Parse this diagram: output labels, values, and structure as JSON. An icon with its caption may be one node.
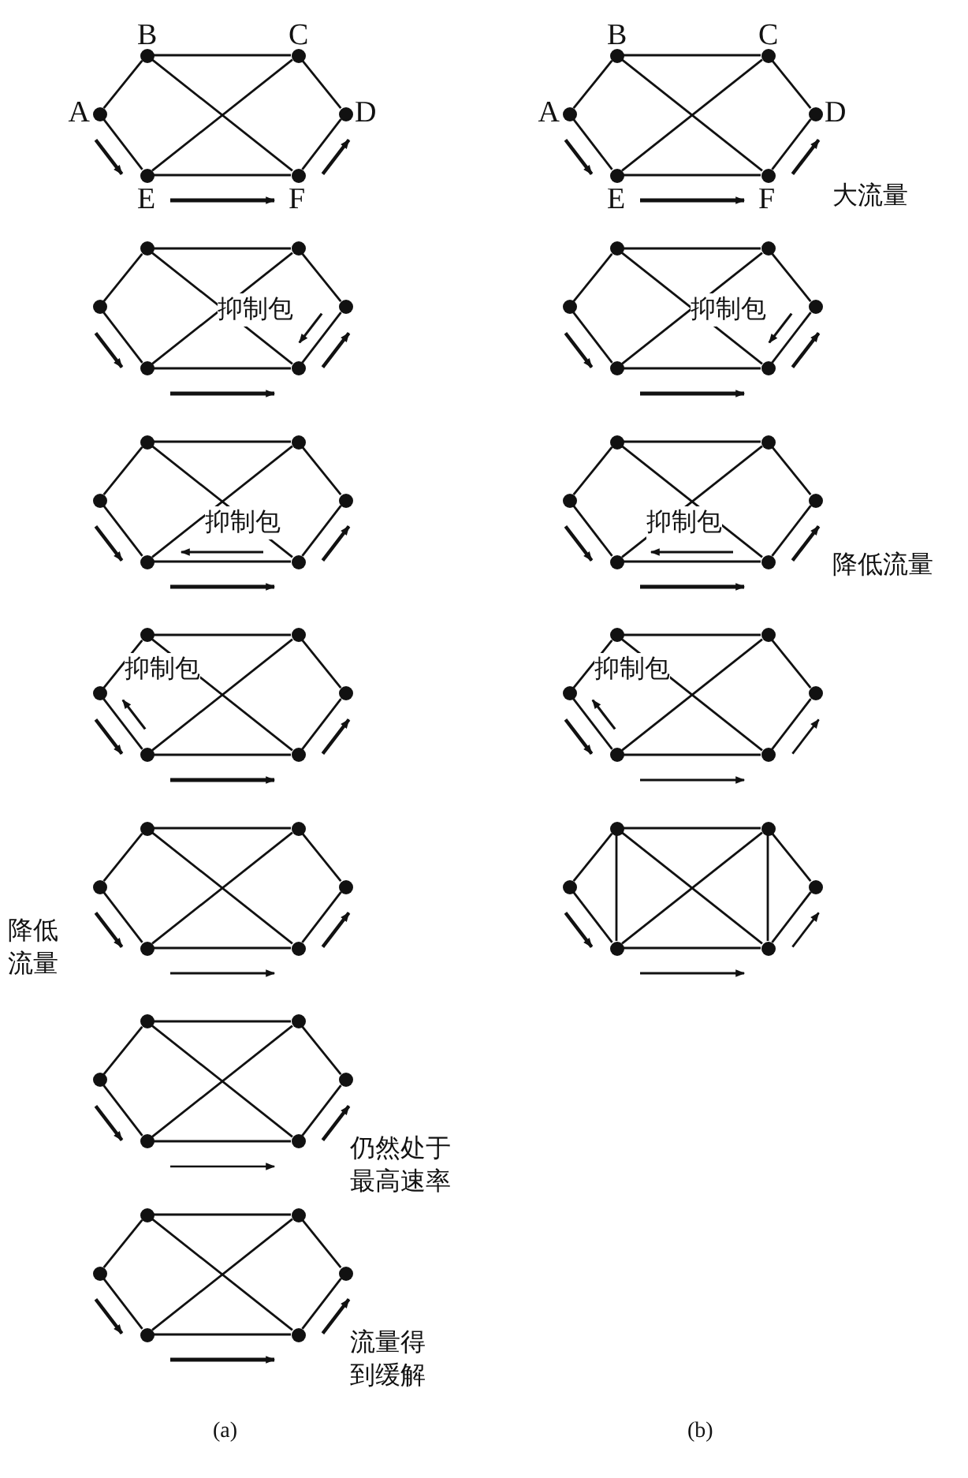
{
  "diagram": {
    "nodes": [
      {
        "text": [
          "A"
        ]
      },
      {
        "text": [
          "B"
        ]
      },
      {
        "text": [
          "C"
        ]
      },
      {
        "text": [
          "D"
        ]
      },
      {
        "text": [
          "E"
        ]
      },
      {
        "text": [
          "F"
        ]
      },
      {
        "text": [],
        "shape": "circle"
      },
      {
        "text": [],
        "shape": "circle"
      },
      {
        "text": [],
        "shape": "circle"
      },
      {
        "text": [],
        "shape": "circle"
      },
      {
        "text": [],
        "shape": "circle"
      },
      {
        "text": [],
        "shape": "circle"
      },
      {
        "text": [],
        "shape": "circle"
      },
      {
        "text": [],
        "shape": "circle"
      },
      {
        "text": [],
        "shape": "circle"
      },
      {
        "text": [],
        "shape": "circle"
      },
      {
        "text": [],
        "shape": "circle"
      },
      {
        "text": [],
        "shape": "circle"
      },
      {
        "text": [],
        "shape": "circle"
      },
      {
        "text": [],
        "shape": "circle"
      },
      {
        "text": [],
        "shape": "circle"
      },
      {
        "text": [],
        "shape": "circle"
      },
      {
        "text": [],
        "shape": "circle"
      },
      {
        "text": [],
        "shape": "circle"
      },
      {
        "text": [],
        "shape": "circle"
      },
      {
        "text": [],
        "shape": "circle"
      },
      {
        "text": [],
        "shape": "circle"
      },
      {
        "text": [],
        "shape": "circle"
      },
      {
        "text": [],
        "shape": "circle"
      },
      {
        "text": [],
        "shape": "circle"
      },
      {
        "text": [],
        "shape": "circle"
      },
      {
        "text": [],
        "shape": "circle"
      },
      {
        "text": [],
        "shape": "circle"
      },
      {
        "text": [],
        "shape": "circle"
      },
      {
        "text": [],
        "shape": "circle"
      },
      {
        "text": [],
        "shape": "circle"
      },
      {
        "text": [],
        "shape": "circle"
      },
      {
        "text": [],
        "shape": "circle"
      },
      {
        "text": [],
        "shape": "circle"
      },
      {
        "text": [],
        "shape": "circle"
      },
      {
        "text": [],
        "shape": "circle"
      },
      {
        "text": [],
        "shape": "circle"
      },
      {
        "text": [
          "A"
        ]
      },
      {
        "text": [
          "B"
        ]
      },
      {
        "text": [
          "C"
        ]
      },
      {
        "text": [
          "D"
        ]
      },
      {
        "text": [
          "E"
        ]
      },
      {
        "text": [
          "F"
        ]
      },
      {
        "text": [],
        "shape": "circle"
      },
      {
        "text": [],
        "shape": "circle"
      },
      {
        "text": [],
        "shape": "circle"
      },
      {
        "text": [],
        "shape": "circle"
      },
      {
        "text": [],
        "shape": "circle"
      },
      {
        "text": [],
        "shape": "circle"
      },
      {
        "text": [],
        "shape": "circle"
      },
      {
        "text": [],
        "shape": "circle"
      },
      {
        "text": [],
        "shape": "circle"
      },
      {
        "text": [],
        "shape": "circle"
      },
      {
        "text": [],
        "shape": "circle"
      },
      {
        "text": [],
        "shape": "circle"
      },
      {
        "text": [],
        "shape": "circle"
      },
      {
        "text": [],
        "shape": "circle"
      },
      {
        "text": [],
        "shape": "circle"
      },
      {
        "text": [],
        "shape": "circle"
      },
      {
        "text": [],
        "shape": "circle"
      },
      {
        "text": [],
        "shape": "circle"
      },
      {
        "text": [],
        "shape": "circle"
      },
      {
        "text": [],
        "shape": "circle"
      },
      {
        "text": [],
        "shape": "circle"
      },
      {
        "text": [],
        "shape": "circle"
      },
      {
        "text": [],
        "shape": "circle"
      },
      {
        "text": [],
        "shape": "circle"
      }
    ],
    "edges": [
      {
        "from": 0,
        "to": 1,
        "arrow": "none"
      },
      {
        "from": 0,
        "to": 4,
        "arrow": "none"
      },
      {
        "from": 1,
        "to": 2,
        "arrow": "none"
      },
      {
        "from": 1,
        "to": 5,
        "arrow": "none"
      },
      {
        "from": 2,
        "to": 4,
        "arrow": "none"
      },
      {
        "from": 2,
        "to": 3,
        "arrow": "none"
      },
      {
        "from": 3,
        "to": 5,
        "arrow": "none"
      },
      {
        "from": 4,
        "to": 5,
        "arrow": "none"
      },
      {
        "from": 6,
        "to": 7,
        "arrow": "none"
      },
      {
        "from": 6,
        "to": 10,
        "arrow": "none"
      },
      {
        "from": 7,
        "to": 8,
        "arrow": "none"
      },
      {
        "from": 7,
        "to": 11,
        "arrow": "none"
      },
      {
        "from": 8,
        "to": 10,
        "arrow": "none"
      },
      {
        "from": 8,
        "to": 9,
        "arrow": "none"
      },
      {
        "from": 9,
        "to": 11,
        "arrow": "none"
      },
      {
        "from": 10,
        "to": 11,
        "arrow": "none"
      },
      {
        "from": 12,
        "to": 13,
        "arrow": "none"
      },
      {
        "from": 12,
        "to": 16,
        "arrow": "none"
      },
      {
        "from": 13,
        "to": 14,
        "arrow": "none"
      },
      {
        "from": 13,
        "to": 17,
        "arrow": "none"
      },
      {
        "from": 14,
        "to": 16,
        "arrow": "none"
      },
      {
        "from": 14,
        "to": 15,
        "arrow": "none"
      },
      {
        "from": 15,
        "to": 17,
        "arrow": "none"
      },
      {
        "from": 16,
        "to": 17,
        "arrow": "none"
      },
      {
        "from": 18,
        "to": 19,
        "arrow": "none"
      },
      {
        "from": 18,
        "to": 22,
        "arrow": "none"
      },
      {
        "from": 19,
        "to": 20,
        "arrow": "none"
      },
      {
        "from": 19,
        "to": 23,
        "arrow": "none"
      },
      {
        "from": 20,
        "to": 22,
        "arrow": "none"
      },
      {
        "from": 20,
        "to": 21,
        "arrow": "none"
      },
      {
        "from": 21,
        "to": 23,
        "arrow": "none"
      },
      {
        "from": 22,
        "to": 23,
        "arrow": "none"
      },
      {
        "from": 24,
        "to": 25,
        "arrow": "none"
      },
      {
        "from": 24,
        "to": 28,
        "arrow": "none"
      },
      {
        "from": 25,
        "to": 26,
        "arrow": "none"
      },
      {
        "from": 25,
        "to": 29,
        "arrow": "none"
      },
      {
        "from": 26,
        "to": 28,
        "arrow": "none"
      },
      {
        "from": 26,
        "to": 27,
        "arrow": "none"
      },
      {
        "from": 27,
        "to": 29,
        "arrow": "none"
      },
      {
        "from": 28,
        "to": 29,
        "arrow": "none"
      },
      {
        "from": 30,
        "to": 31,
        "arrow": "none"
      },
      {
        "from": 30,
        "to": 34,
        "arrow": "none"
      },
      {
        "from": 31,
        "to": 32,
        "arrow": "none"
      },
      {
        "from": 31,
        "to": 35,
        "arrow": "none"
      },
      {
        "from": 32,
        "to": 34,
        "arrow": "none"
      },
      {
        "from": 32,
        "to": 33,
        "arrow": "none"
      },
      {
        "from": 33,
        "to": 35,
        "arrow": "none"
      },
      {
        "from": 34,
        "to": 35,
        "arrow": "none"
      },
      {
        "from": 36,
        "to": 37,
        "arrow": "none"
      },
      {
        "from": 36,
        "to": 40,
        "arrow": "none"
      },
      {
        "from": 37,
        "to": 38,
        "arrow": "none"
      },
      {
        "from": 37,
        "to": 41,
        "arrow": "none"
      },
      {
        "from": 38,
        "to": 40,
        "arrow": "none"
      },
      {
        "from": 38,
        "to": 39,
        "arrow": "none"
      },
      {
        "from": 39,
        "to": 41,
        "arrow": "none"
      },
      {
        "from": 40,
        "to": 41,
        "arrow": "none"
      },
      {
        "from": 42,
        "to": 43,
        "arrow": "none"
      },
      {
        "from": 42,
        "to": 46,
        "arrow": "none"
      },
      {
        "from": 43,
        "to": 44,
        "arrow": "none"
      },
      {
        "from": 43,
        "to": 47,
        "arrow": "none"
      },
      {
        "from": 44,
        "to": 46,
        "arrow": "none"
      },
      {
        "from": 44,
        "to": 45,
        "arrow": "none"
      },
      {
        "from": 45,
        "to": 47,
        "arrow": "none"
      },
      {
        "from": 46,
        "to": 47,
        "arrow": "none"
      },
      {
        "from": 48,
        "to": 49,
        "arrow": "none"
      },
      {
        "from": 48,
        "to": 52,
        "arrow": "none"
      },
      {
        "from": 49,
        "to": 50,
        "arrow": "none"
      },
      {
        "from": 49,
        "to": 53,
        "arrow": "none"
      },
      {
        "from": 50,
        "to": 52,
        "arrow": "none"
      },
      {
        "from": 50,
        "to": 51,
        "arrow": "none"
      },
      {
        "from": 51,
        "to": 53,
        "arrow": "none"
      },
      {
        "from": 52,
        "to": 53,
        "arrow": "none"
      },
      {
        "from": 54,
        "to": 55,
        "arrow": "none"
      },
      {
        "from": 54,
        "to": 58,
        "arrow": "none"
      },
      {
        "from": 55,
        "to": 56,
        "arrow": "none"
      },
      {
        "from": 55,
        "to": 59,
        "arrow": "none"
      },
      {
        "from": 56,
        "to": 58,
        "arrow": "none"
      },
      {
        "from": 56,
        "to": 57,
        "arrow": "none"
      },
      {
        "from": 57,
        "to": 59,
        "arrow": "none"
      },
      {
        "from": 58,
        "to": 59,
        "arrow": "none"
      },
      {
        "from": 60,
        "to": 61,
        "arrow": "none"
      },
      {
        "from": 60,
        "to": 64,
        "arrow": "none"
      },
      {
        "from": 61,
        "to": 62,
        "arrow": "none"
      },
      {
        "from": 61,
        "to": 65,
        "arrow": "none"
      },
      {
        "from": 62,
        "to": 64,
        "arrow": "none"
      },
      {
        "from": 62,
        "to": 63,
        "arrow": "none"
      },
      {
        "from": 63,
        "to": 65,
        "arrow": "none"
      },
      {
        "from": 64,
        "to": 65,
        "arrow": "none"
      },
      {
        "from": 66,
        "to": 67,
        "arrow": "none"
      },
      {
        "from": 66,
        "to": 70,
        "arrow": "none"
      },
      {
        "from": 67,
        "to": 68,
        "arrow": "none"
      },
      {
        "from": 67,
        "to": 71,
        "arrow": "none"
      },
      {
        "from": 68,
        "to": 70,
        "arrow": "none"
      },
      {
        "from": 68,
        "to": 69,
        "arrow": "none"
      },
      {
        "from": 69,
        "to": 71,
        "arrow": "none"
      },
      {
        "from": 70,
        "to": 71,
        "arrow": "none"
      },
      {
        "from": 67,
        "to": 70,
        "arrow": "none"
      },
      {
        "from": 68,
        "to": 71,
        "arrow": "none"
      }
    ],
    "labels": [
      "大流量",
      "抑制包",
      "抑制包",
      "抑制包",
      "抑制包",
      "降低流量",
      "抑制包",
      "抑制包",
      "降低流量",
      "仍然处于最高速率",
      "流量得到缓解",
      "(a)",
      "(b)"
    ]
  }
}
